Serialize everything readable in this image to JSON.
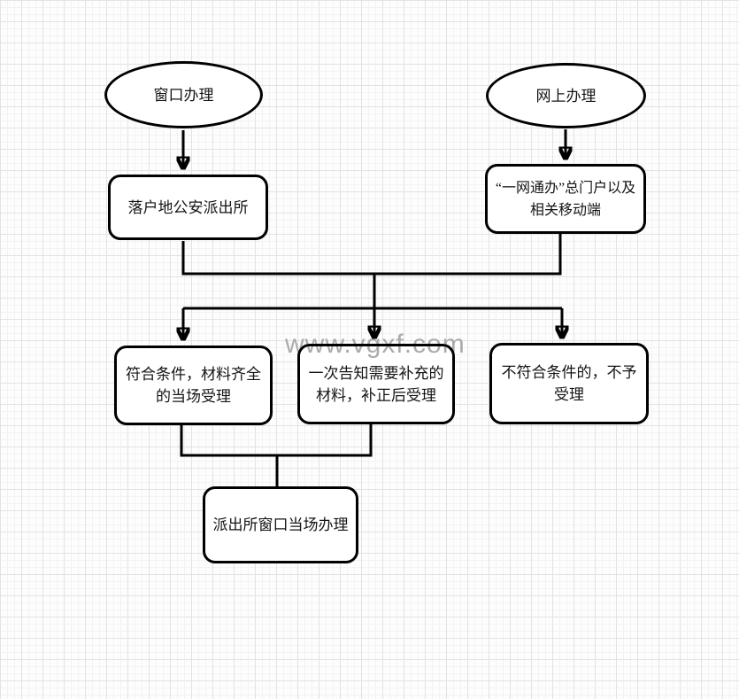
{
  "watermark": "www.vgxf.com",
  "colors": {
    "stroke": "#000000",
    "node_fill": "#ffffff",
    "text": "#141414",
    "watermark": "#ababab",
    "grid_minor": "#f3f3f3",
    "grid_major": "#e3e3e3",
    "background": "#fdfdfd"
  },
  "diagram": {
    "nodes": [
      {
        "id": "start-window",
        "shape": "ellipse",
        "label": "窗口办理"
      },
      {
        "id": "start-online",
        "shape": "ellipse",
        "label": "网上办理"
      },
      {
        "id": "police-station",
        "shape": "rounded-rect",
        "label": "落户地公安派出所"
      },
      {
        "id": "portal",
        "shape": "rounded-rect",
        "label": "“一网通办”总门户以及相关移动端"
      },
      {
        "id": "qualified",
        "shape": "rounded-rect",
        "label": "符合条件，材料齐全的当场受理"
      },
      {
        "id": "supplement",
        "shape": "rounded-rect",
        "label": "一次告知需要补充的材料，补正后受理"
      },
      {
        "id": "rejected",
        "shape": "rounded-rect",
        "label": "不符合条件的，不予受理"
      },
      {
        "id": "onsite",
        "shape": "rounded-rect",
        "label": "派出所窗口当场办理"
      }
    ],
    "edges": [
      {
        "from": "start-window",
        "to": "police-station",
        "arrow": true
      },
      {
        "from": "start-online",
        "to": "portal",
        "arrow": true
      },
      {
        "from": "police-station",
        "to": "merge-junction",
        "arrow": false
      },
      {
        "from": "portal",
        "to": "merge-junction",
        "arrow": false
      },
      {
        "from": "merge-junction",
        "to": "qualified",
        "arrow": true
      },
      {
        "from": "merge-junction",
        "to": "supplement",
        "arrow": true
      },
      {
        "from": "merge-junction",
        "to": "rejected",
        "arrow": true
      },
      {
        "from": "qualified",
        "to": "onsite",
        "arrow": false
      },
      {
        "from": "supplement",
        "to": "onsite",
        "arrow": false
      }
    ]
  }
}
